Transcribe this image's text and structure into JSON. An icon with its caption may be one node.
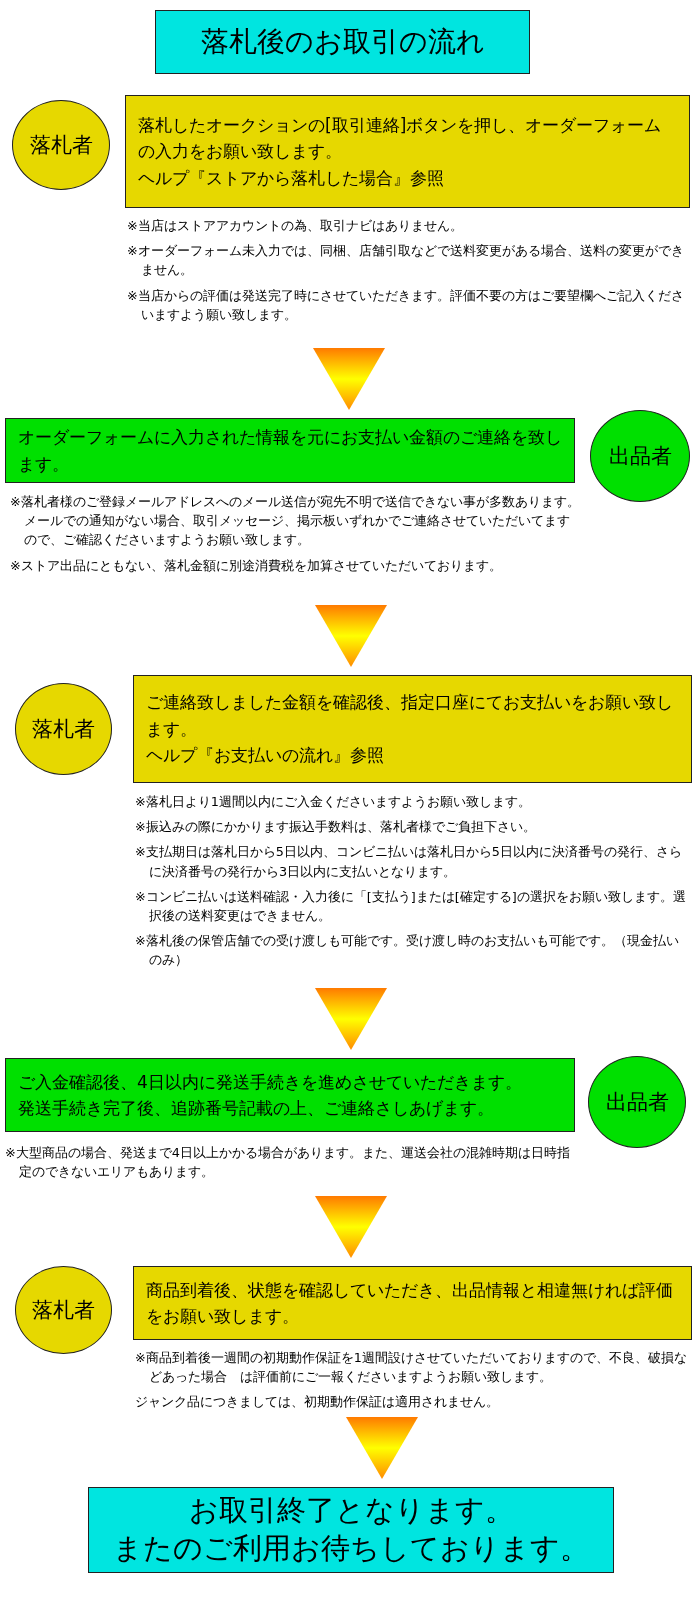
{
  "diagram": {
    "nodes": [
      {
        "text": [
          "落札後のお取引の流れ"
        ]
      },
      {
        "text": [
          "落札者"
        ]
      },
      {
        "text": [
          "落札したオークションの[取引連絡]ボタンを押し、オーダーフォームの入力をお願い致します。",
          "ヘルプ『ストアから落札した場合』参照"
        ],
        "beside": [
          "※当店はストアアカウントの為、取引ナビはありません。",
          "※オーダーフォーム未入力では、同梱、店舗引取などで送料変更がある場合、送料の変更ができません。",
          "※当店からの評価は発送完了時にさせていただきます。評価不要の方はご要望欄へご記入くださいますよう願い致します。"
        ]
      },
      {
        "text": [
          "オーダーフォームに入力された情報を元にお支払い金額のご連絡を致します。"
        ],
        "beside": [
          "※落札者様のご登録メールアドレスへのメール送信が宛先不明で送信できない事が多数あります。メールでの通知がない場合、取引メッセージ、掲示板いずれかでご連絡させていただいてますので、ご確認くださいますようお願い致します。",
          "※ストア出品にともない、落札金額に別途消費税を加算させていただいております。"
        ]
      },
      {
        "text": [
          "出品者"
        ]
      },
      {
        "text": [
          "落札者"
        ]
      },
      {
        "text": [
          "ご連絡致しました金額を確認後、指定口座にてお支払いをお願い致します。",
          "ヘルプ『お支払いの流れ』参照"
        ],
        "beside": [
          "※落札日より1週間以内にご入金くださいますようお願い致します。",
          "※振込みの際にかかります振込手数料は、落札者様でご負担下さい。",
          "※支払期日は落札日から5日以内、コンビニ払いは落札日から5日以内に決済番号の発行、さらに決済番号の発行から3日以内に支払いとなります。",
          "※コンビニ払いは送料確認・入力後に「[支払う]または[確定する]の選択をお願い致します。選択後の送料変更はできません。",
          "※落札後の保管店舗での受け渡しも可能です。受け渡し時のお支払いも可能です。（現金払いのみ）"
        ]
      },
      {
        "text": [
          "ご入金確認後、4日以内に発送手続きを進めさせていただきます。",
          "発送手続き完了後、追跡番号記載の上、ご連絡さしあげます。"
        ],
        "beside": [
          "※大型商品の場合、発送まで4日以上かかる場合があります。また、運送会社の混雑時期は日時指定のできないエリアもあります。"
        ]
      },
      {
        "text": [
          "出品者"
        ]
      },
      {
        "text": [
          "落札者"
        ]
      },
      {
        "text": [
          "商品到着後、状態を確認していただき、出品情報と相違無ければ評価をお願い致します。"
        ],
        "beside": [
          "※商品到着後一週間の初期動作保証を1週間設けさせていただいておりますので、不良、破損などあった場合　は評価前にご一報くださいますようお願い致します。",
          "ジャンク品につきましては、初期動作保証は適用されません。"
        ]
      },
      {
        "text": [
          "お取引終了となります。またのご利用お待ちしております。"
        ]
      }
    ],
    "edges": [
      {
        "from": 2,
        "to": 3,
        "arrow": "to"
      },
      {
        "from": 3,
        "to": 6,
        "arrow": "to"
      },
      {
        "from": 6,
        "to": 7,
        "arrow": "to"
      },
      {
        "from": 7,
        "to": 10,
        "arrow": "to"
      },
      {
        "from": 10,
        "to": 11,
        "arrow": "to"
      }
    ]
  }
}
